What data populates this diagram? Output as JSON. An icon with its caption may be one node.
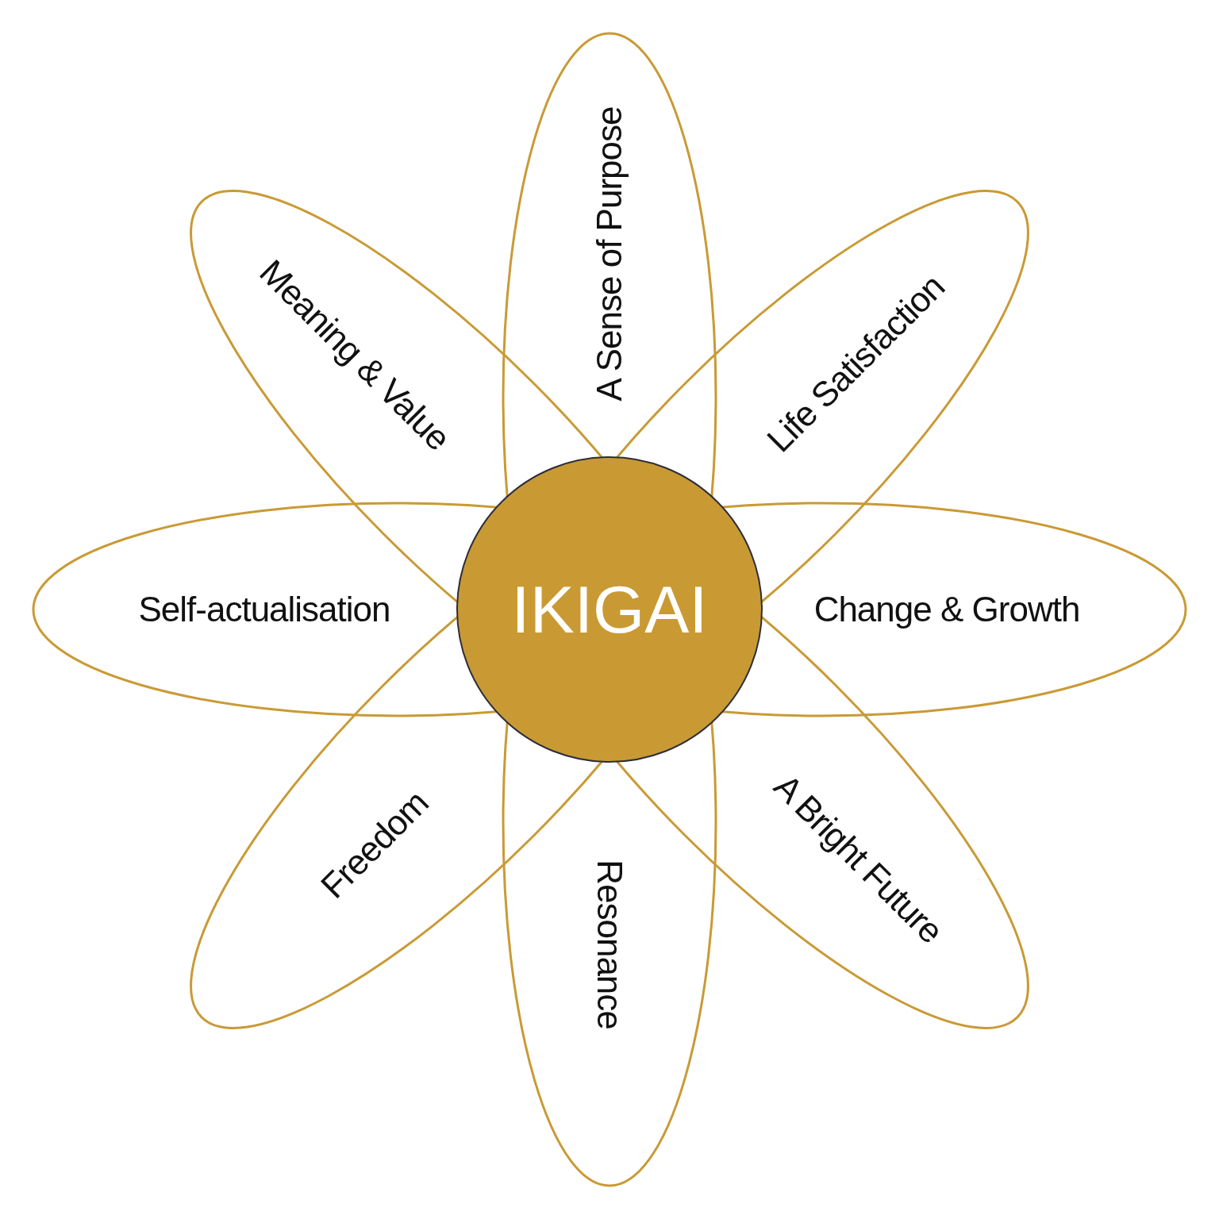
{
  "diagram": {
    "nodes": [
      {
        "text": [
          "A Sense of Purpose"
        ]
      },
      {
        "text": [
          "Meaning & Value"
        ]
      },
      {
        "text": [
          "Life Satisfaction"
        ]
      },
      {
        "text": [
          "Self-actualisation"
        ]
      },
      {
        "text": [
          "IKIGAI"
        ]
      },
      {
        "text": [
          "Change & Growth"
        ]
      },
      {
        "text": [
          "Freedom"
        ]
      },
      {
        "text": [
          "A Bright Future"
        ]
      },
      {
        "text": [
          "Resonance"
        ]
      }
    ]
  }
}
